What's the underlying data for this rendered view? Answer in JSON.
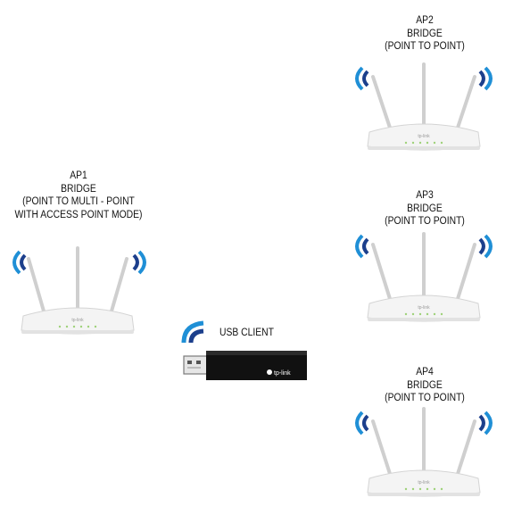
{
  "colors": {
    "wifi_outer": "#1f8fd6",
    "wifi_inner": "#1c3f8c",
    "router_body": "#f4f4f4",
    "router_led": "#9fd27a",
    "usb_body": "#111111",
    "usb_plug": "#d9d9d9"
  },
  "ap1": {
    "lines": [
      "AP1",
      "BRIDGE",
      "(POINT TO MULTI - POINT",
      "WITH ACCESS POINT MODE)"
    ],
    "brand": "tp-link"
  },
  "ap2": {
    "lines": [
      "AP2",
      "BRIDGE",
      "(POINT TO POINT)"
    ],
    "brand": "tp-link"
  },
  "ap3": {
    "lines": [
      "AP3",
      "BRIDGE",
      "(POINT TO POINT)"
    ],
    "brand": "tp-link"
  },
  "ap4": {
    "lines": [
      "AP4",
      "BRIDGE",
      "(POINT TO POINT)"
    ],
    "brand": "tp-link"
  },
  "usb": {
    "label": "USB CLIENT",
    "brand": "tp-link"
  },
  "icons": {
    "router": "router-icon",
    "wifi": "wifi-signal-icon",
    "usb_adapter": "usb-adapter-icon"
  }
}
